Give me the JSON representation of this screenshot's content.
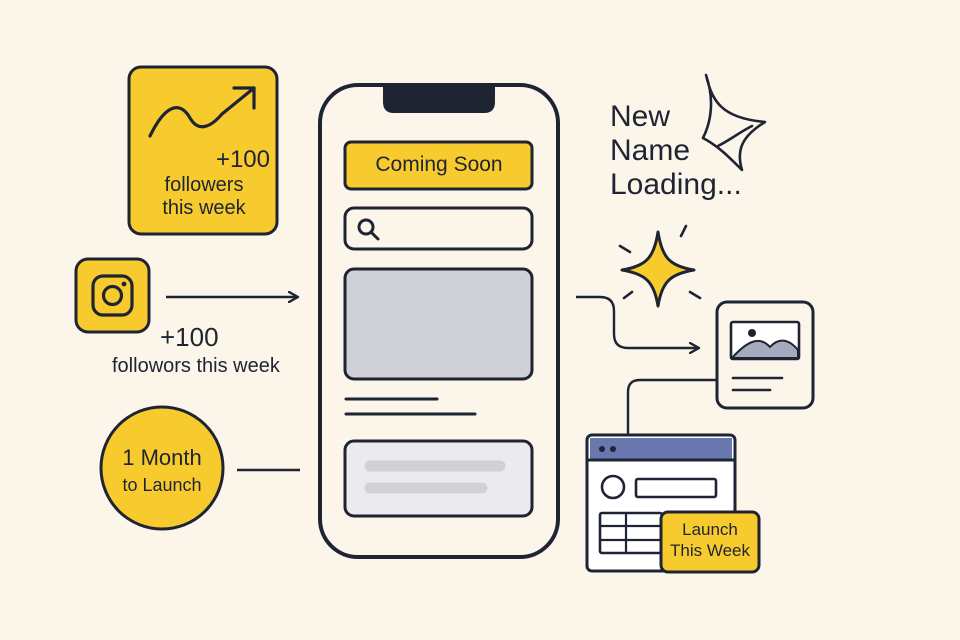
{
  "growth_card": {
    "value": "+100",
    "caption": "followers\nthis week"
  },
  "instagram": {
    "value": "+100",
    "caption": "followors this week"
  },
  "countdown": {
    "value": "1 Month",
    "caption": "to Launch"
  },
  "phone": {
    "banner": "Coming Soon",
    "search_icon": "search-icon"
  },
  "new_name": {
    "text": "New\nName\nLoading..."
  },
  "launch_badge": {
    "text": "Launch\nThis Week"
  },
  "icons": [
    "trend-arrow-icon",
    "instagram-icon",
    "sparkle-icon",
    "image-icon",
    "paper-plane-icon"
  ],
  "colors": {
    "accent": "#f7cb2e",
    "ink": "#1f2433",
    "background": "#fbf5ea",
    "browser_bar": "#6877ad",
    "placeholder": "#cfd1d6"
  }
}
